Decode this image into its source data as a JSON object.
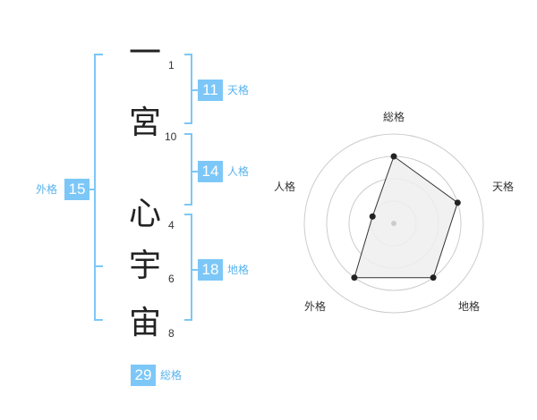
{
  "colors": {
    "accent": "#7cc7f7",
    "label": "#58b3ee",
    "text": "#222222",
    "radar_fill": "#eeeeee",
    "radar_line": "#333333",
    "ring": "#cccccc"
  },
  "name": {
    "chars": [
      {
        "char": "一",
        "strokes": "1"
      },
      {
        "char": "宮",
        "strokes": "10"
      },
      {
        "char": "心",
        "strokes": "4"
      },
      {
        "char": "宇",
        "strokes": "6"
      },
      {
        "char": "宙",
        "strokes": "8"
      }
    ]
  },
  "fortune": {
    "tenkaku": {
      "label": "天格",
      "value": "11"
    },
    "jinkaku": {
      "label": "人格",
      "value": "14"
    },
    "chikaku": {
      "label": "地格",
      "value": "18"
    },
    "gaikaku": {
      "label": "外格",
      "value": "15"
    },
    "soukaku": {
      "label": "総格",
      "value": "29"
    }
  },
  "radar": {
    "axes": [
      "総格",
      "天格",
      "地格",
      "外格",
      "人格"
    ],
    "levels": 4,
    "values": [
      3,
      3,
      3,
      3,
      1
    ]
  }
}
